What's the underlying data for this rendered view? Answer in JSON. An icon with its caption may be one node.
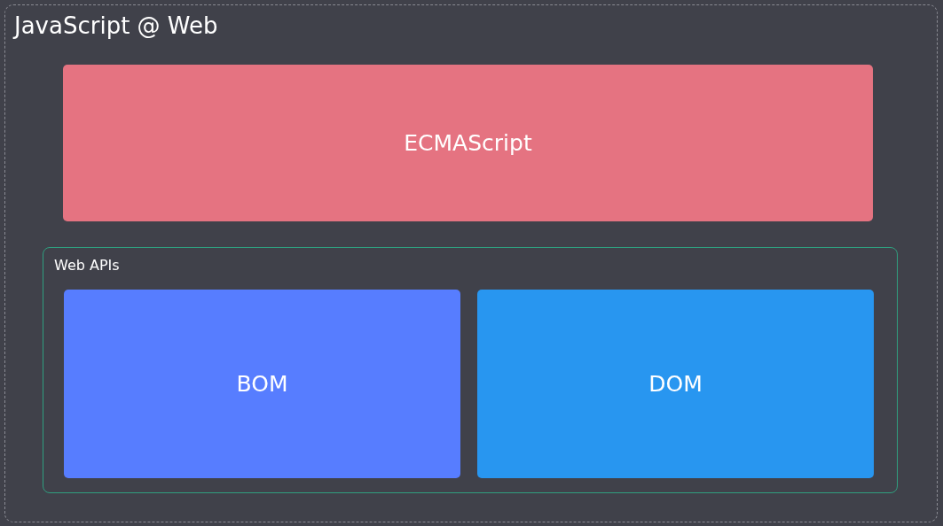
{
  "diagram": {
    "nodes": [
      {
        "text": [
          "JavaScript @ Web"
        ]
      },
      {
        "text": [
          "ECMAScript"
        ],
        "in": 0
      },
      {
        "text": [
          "Web APIs"
        ],
        "in": 0
      },
      {
        "text": [
          "BOM"
        ],
        "in": 2
      },
      {
        "text": [
          "DOM"
        ],
        "in": 2
      }
    ]
  }
}
